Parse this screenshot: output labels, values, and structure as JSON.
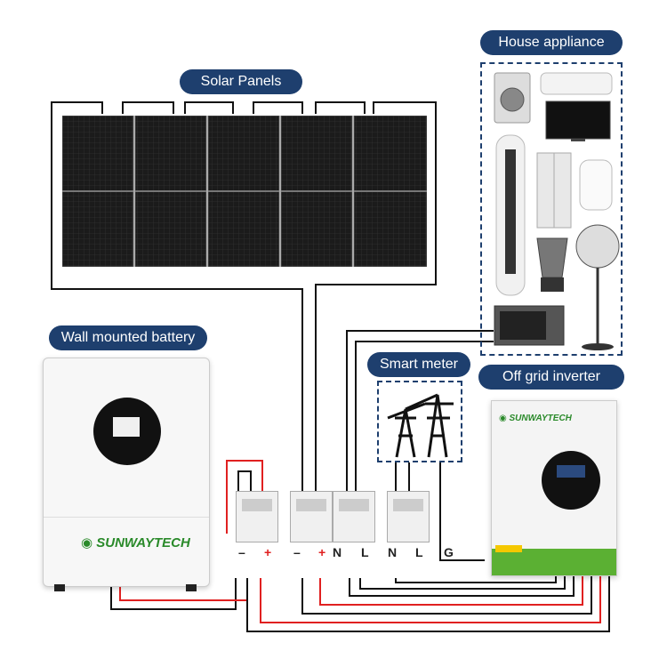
{
  "labels": {
    "solar_panels": "Solar Panels",
    "house_appliance": "House appliance",
    "wall_battery": "Wall mounted battery",
    "smart_meter": "Smart meter",
    "off_grid_inverter": "Off grid inverter"
  },
  "brand": {
    "name": "SUNWAYTECH",
    "color": "#2a8a2a"
  },
  "terminals": [
    "–",
    "+",
    "–",
    "+",
    "N",
    "L",
    "N",
    "L",
    "G"
  ],
  "colors": {
    "pill_bg": "#1e3f6e",
    "wire_red": "#e02020",
    "wire_black": "#111111",
    "inverter_green": "#5bb033",
    "panel_dark": "#1a1a1a"
  }
}
